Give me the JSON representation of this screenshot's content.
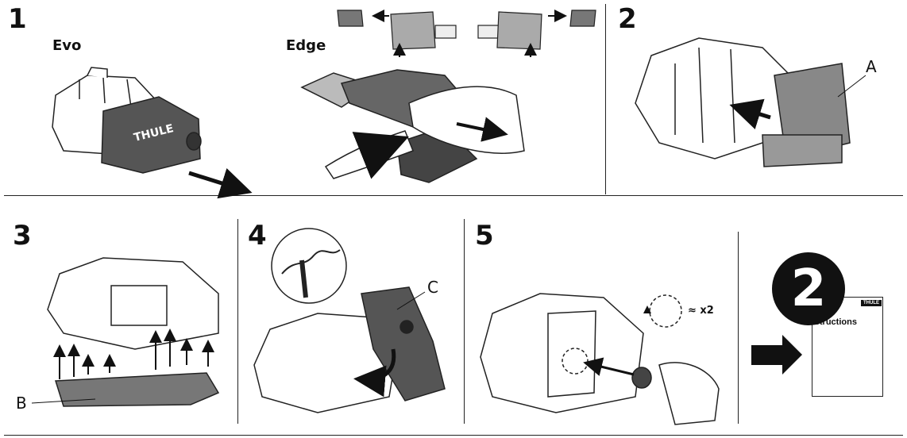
{
  "steps": [
    {
      "number": "1",
      "labels": [
        "Evo",
        "Edge"
      ]
    },
    {
      "number": "2",
      "letters": [
        "A"
      ]
    },
    {
      "number": "3",
      "letters": [
        "B"
      ]
    },
    {
      "number": "4",
      "letters": [
        "C"
      ]
    },
    {
      "number": "5",
      "multiplier": "≈ x2"
    }
  ],
  "reference": {
    "number": "2",
    "title": "Instructions",
    "brand": "THULE"
  },
  "brand_on_part": "THULE"
}
